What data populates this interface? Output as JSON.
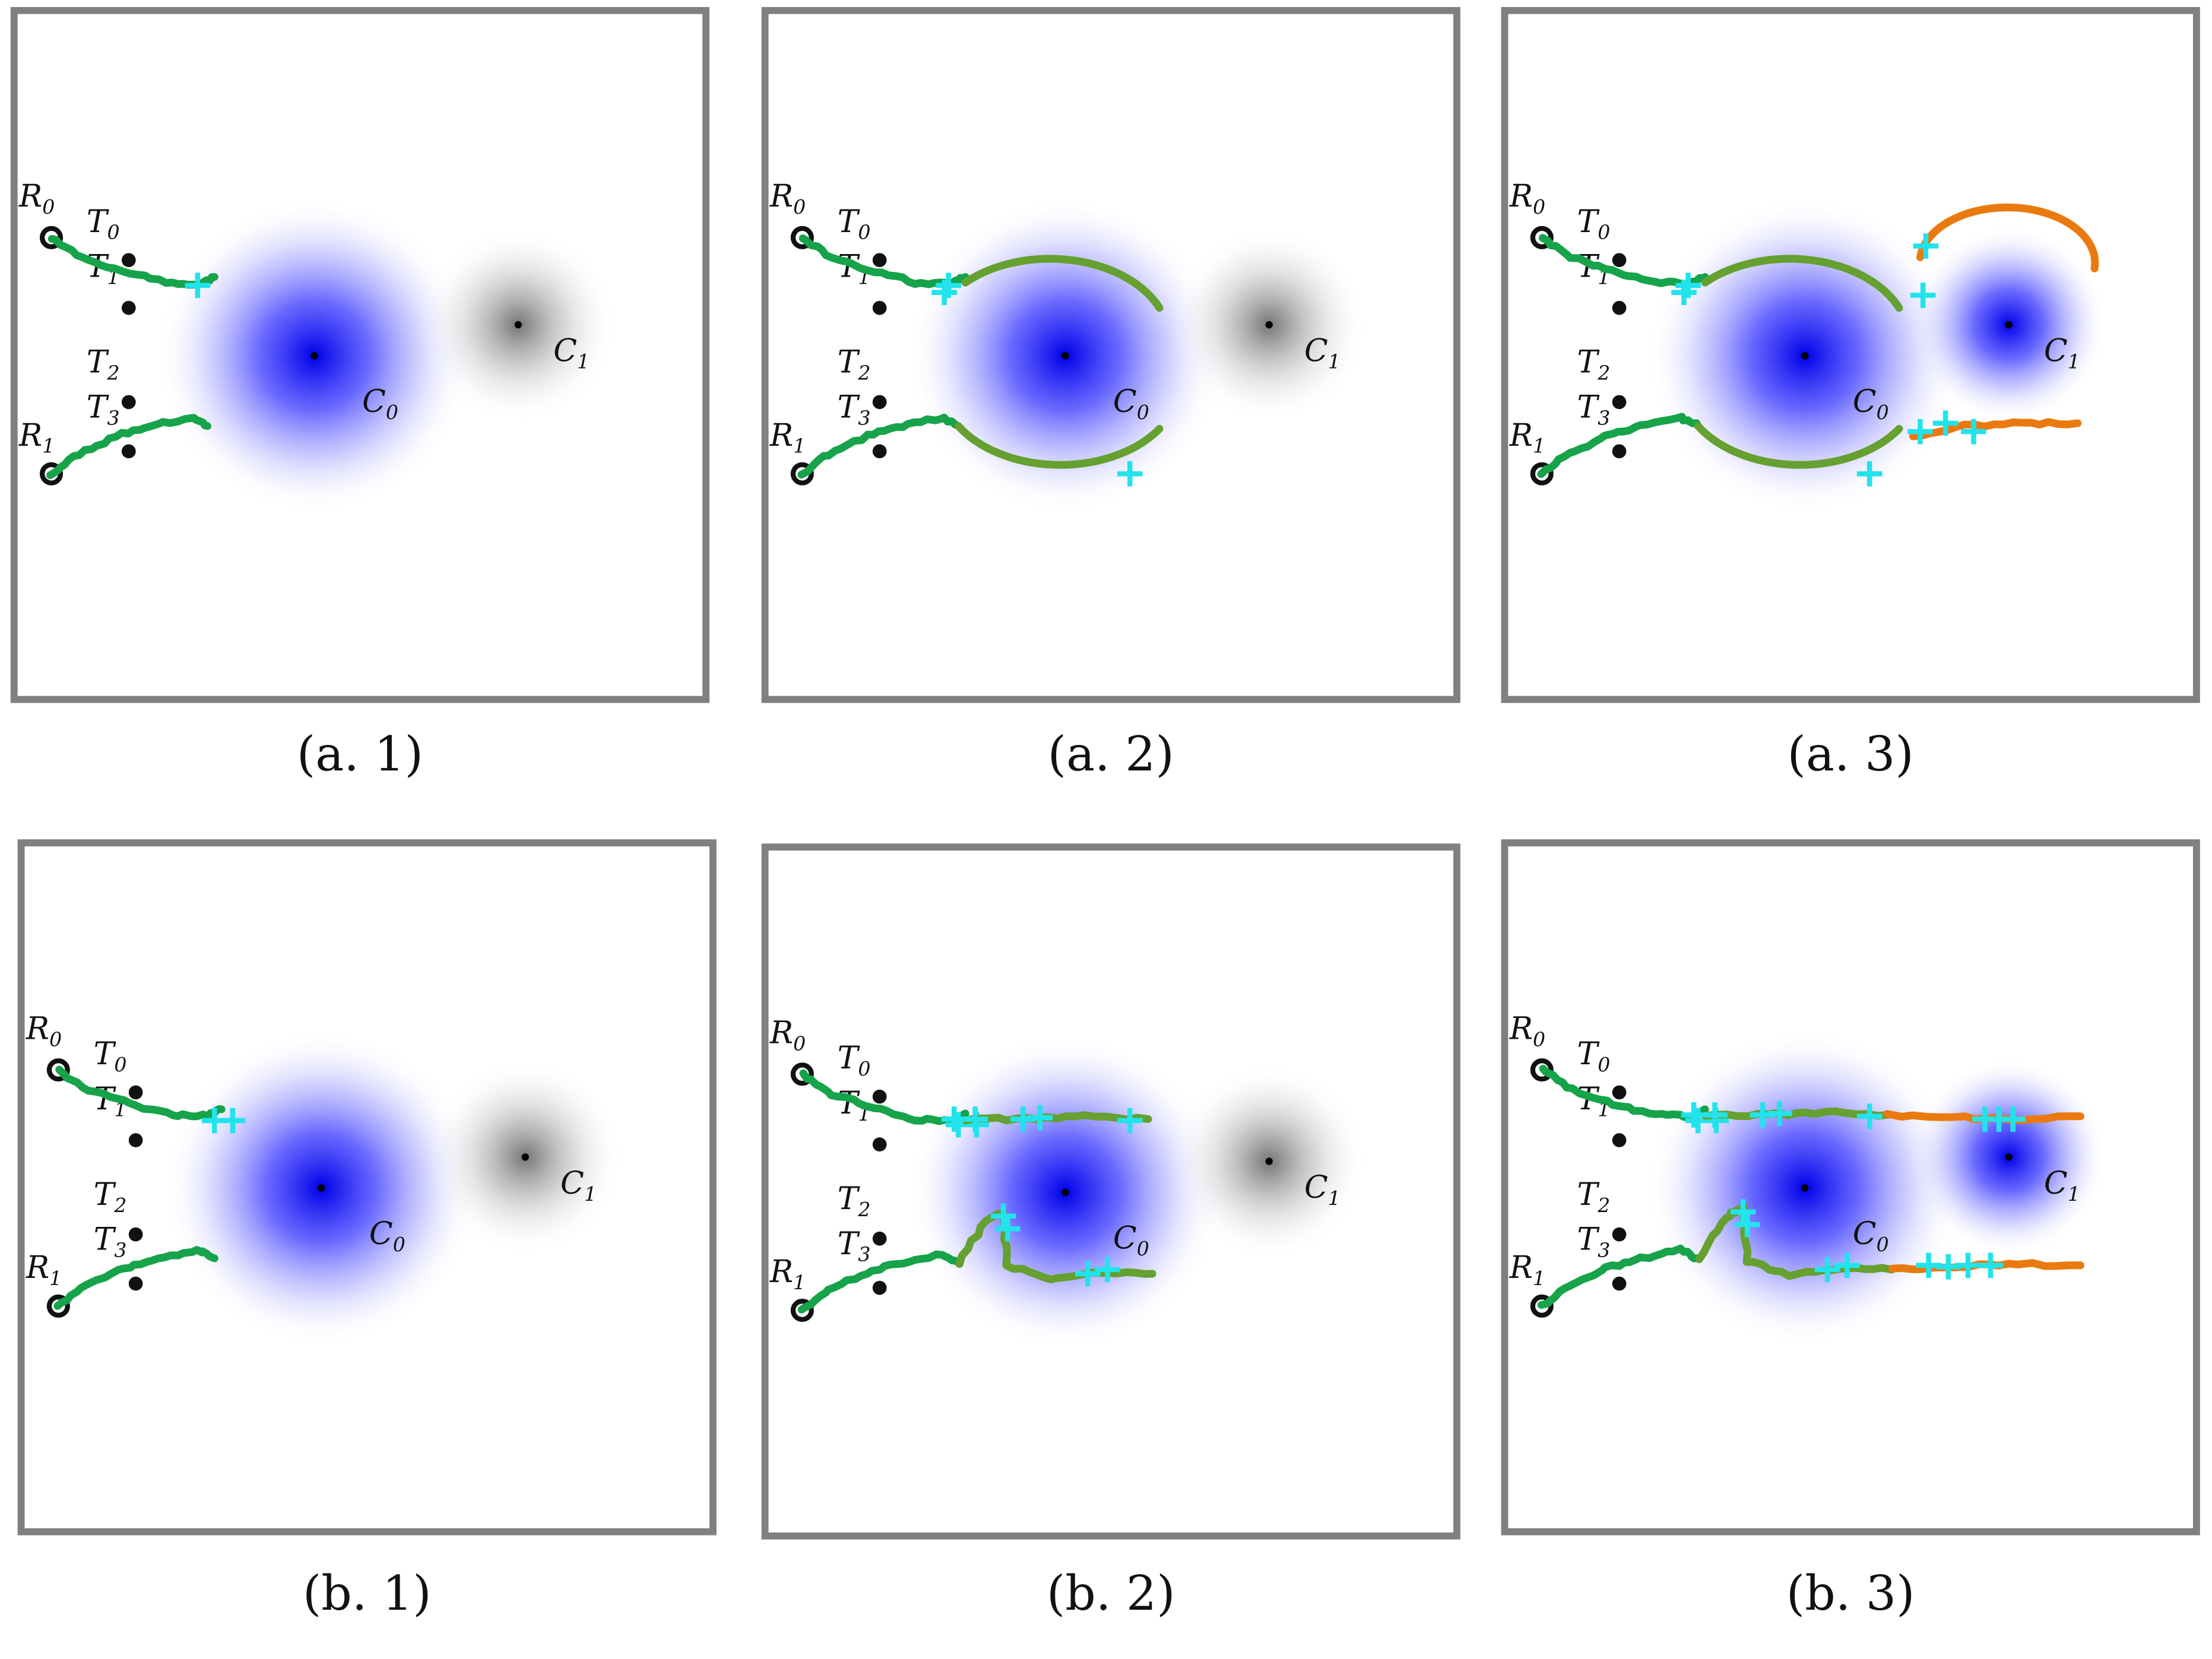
{
  "colors": {
    "frame": "#808080",
    "robot_marker": "#111111",
    "task_line": "#3a3a3a",
    "cluster_active": "#2a2aff",
    "cluster_inactive": "#8a8a8a",
    "path_stage1": "#16a34a",
    "path_stage2": "#65a030",
    "path_stage3": "#ea7a10",
    "cross": "#22e3ec"
  },
  "labels": {
    "robots": [
      "R0",
      "R1"
    ],
    "tasks": [
      "T0",
      "T1",
      "T2",
      "T3"
    ],
    "clusters": [
      "C0",
      "C1"
    ]
  },
  "panels": [
    {
      "id": "a1",
      "caption": "(a. 1)",
      "stage": 1,
      "mode": "arc",
      "active_cluster": 0
    },
    {
      "id": "a2",
      "caption": "(a. 2)",
      "stage": 2,
      "mode": "arc",
      "active_cluster": 0
    },
    {
      "id": "a3",
      "caption": "(a. 3)",
      "stage": 3,
      "mode": "arc",
      "active_cluster": "both"
    },
    {
      "id": "b1",
      "caption": "(b. 1)",
      "stage": 1,
      "mode": "line",
      "active_cluster": 0
    },
    {
      "id": "b2",
      "caption": "(b. 2)",
      "stage": 2,
      "mode": "line",
      "active_cluster": 0
    },
    {
      "id": "b3",
      "caption": "(b. 3)",
      "stage": 3,
      "mode": "line",
      "active_cluster": "both"
    }
  ]
}
